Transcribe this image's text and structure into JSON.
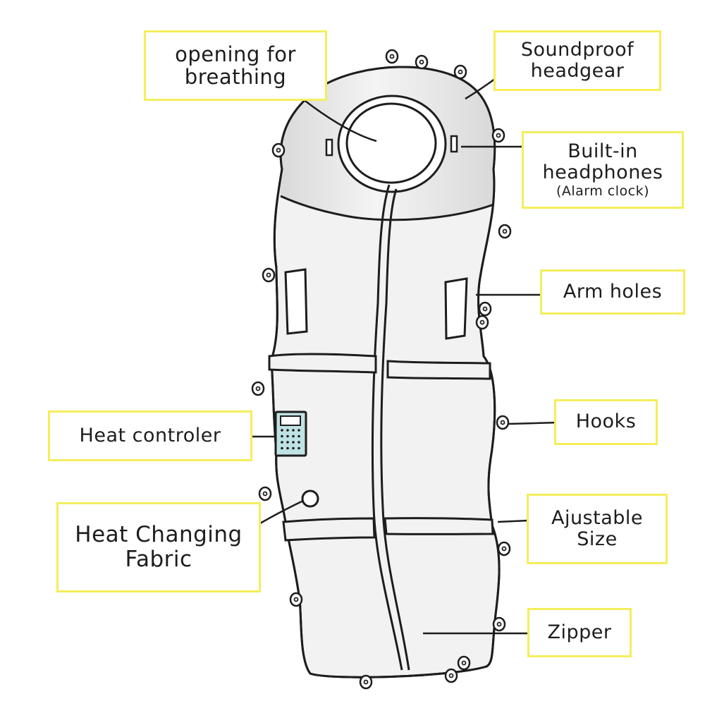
{
  "diagram": {
    "colors": {
      "ink": "#1d1d1d",
      "highlight_border": "#f4ee5c",
      "head_shade": "#d9d9d9",
      "body_fill": "#f2f2f2",
      "controller_fill": "#bfe2e4"
    },
    "labels": {
      "opening": {
        "line1": "opening for",
        "line2": "breathing"
      },
      "headgear": {
        "line1": "Soundproof",
        "line2": "headgear"
      },
      "headphones": {
        "line1": "Built-in",
        "line2": "headphones",
        "line3": "(Alarm clock)"
      },
      "arm_holes": "Arm holes",
      "hooks": "Hooks",
      "heat_controler": "Heat controler",
      "heat_changing": {
        "line1": "Heat Changing",
        "line2": "Fabric"
      },
      "ajustable": {
        "line1": "Ajustable",
        "line2": "Size"
      },
      "zipper": "Zipper"
    }
  }
}
